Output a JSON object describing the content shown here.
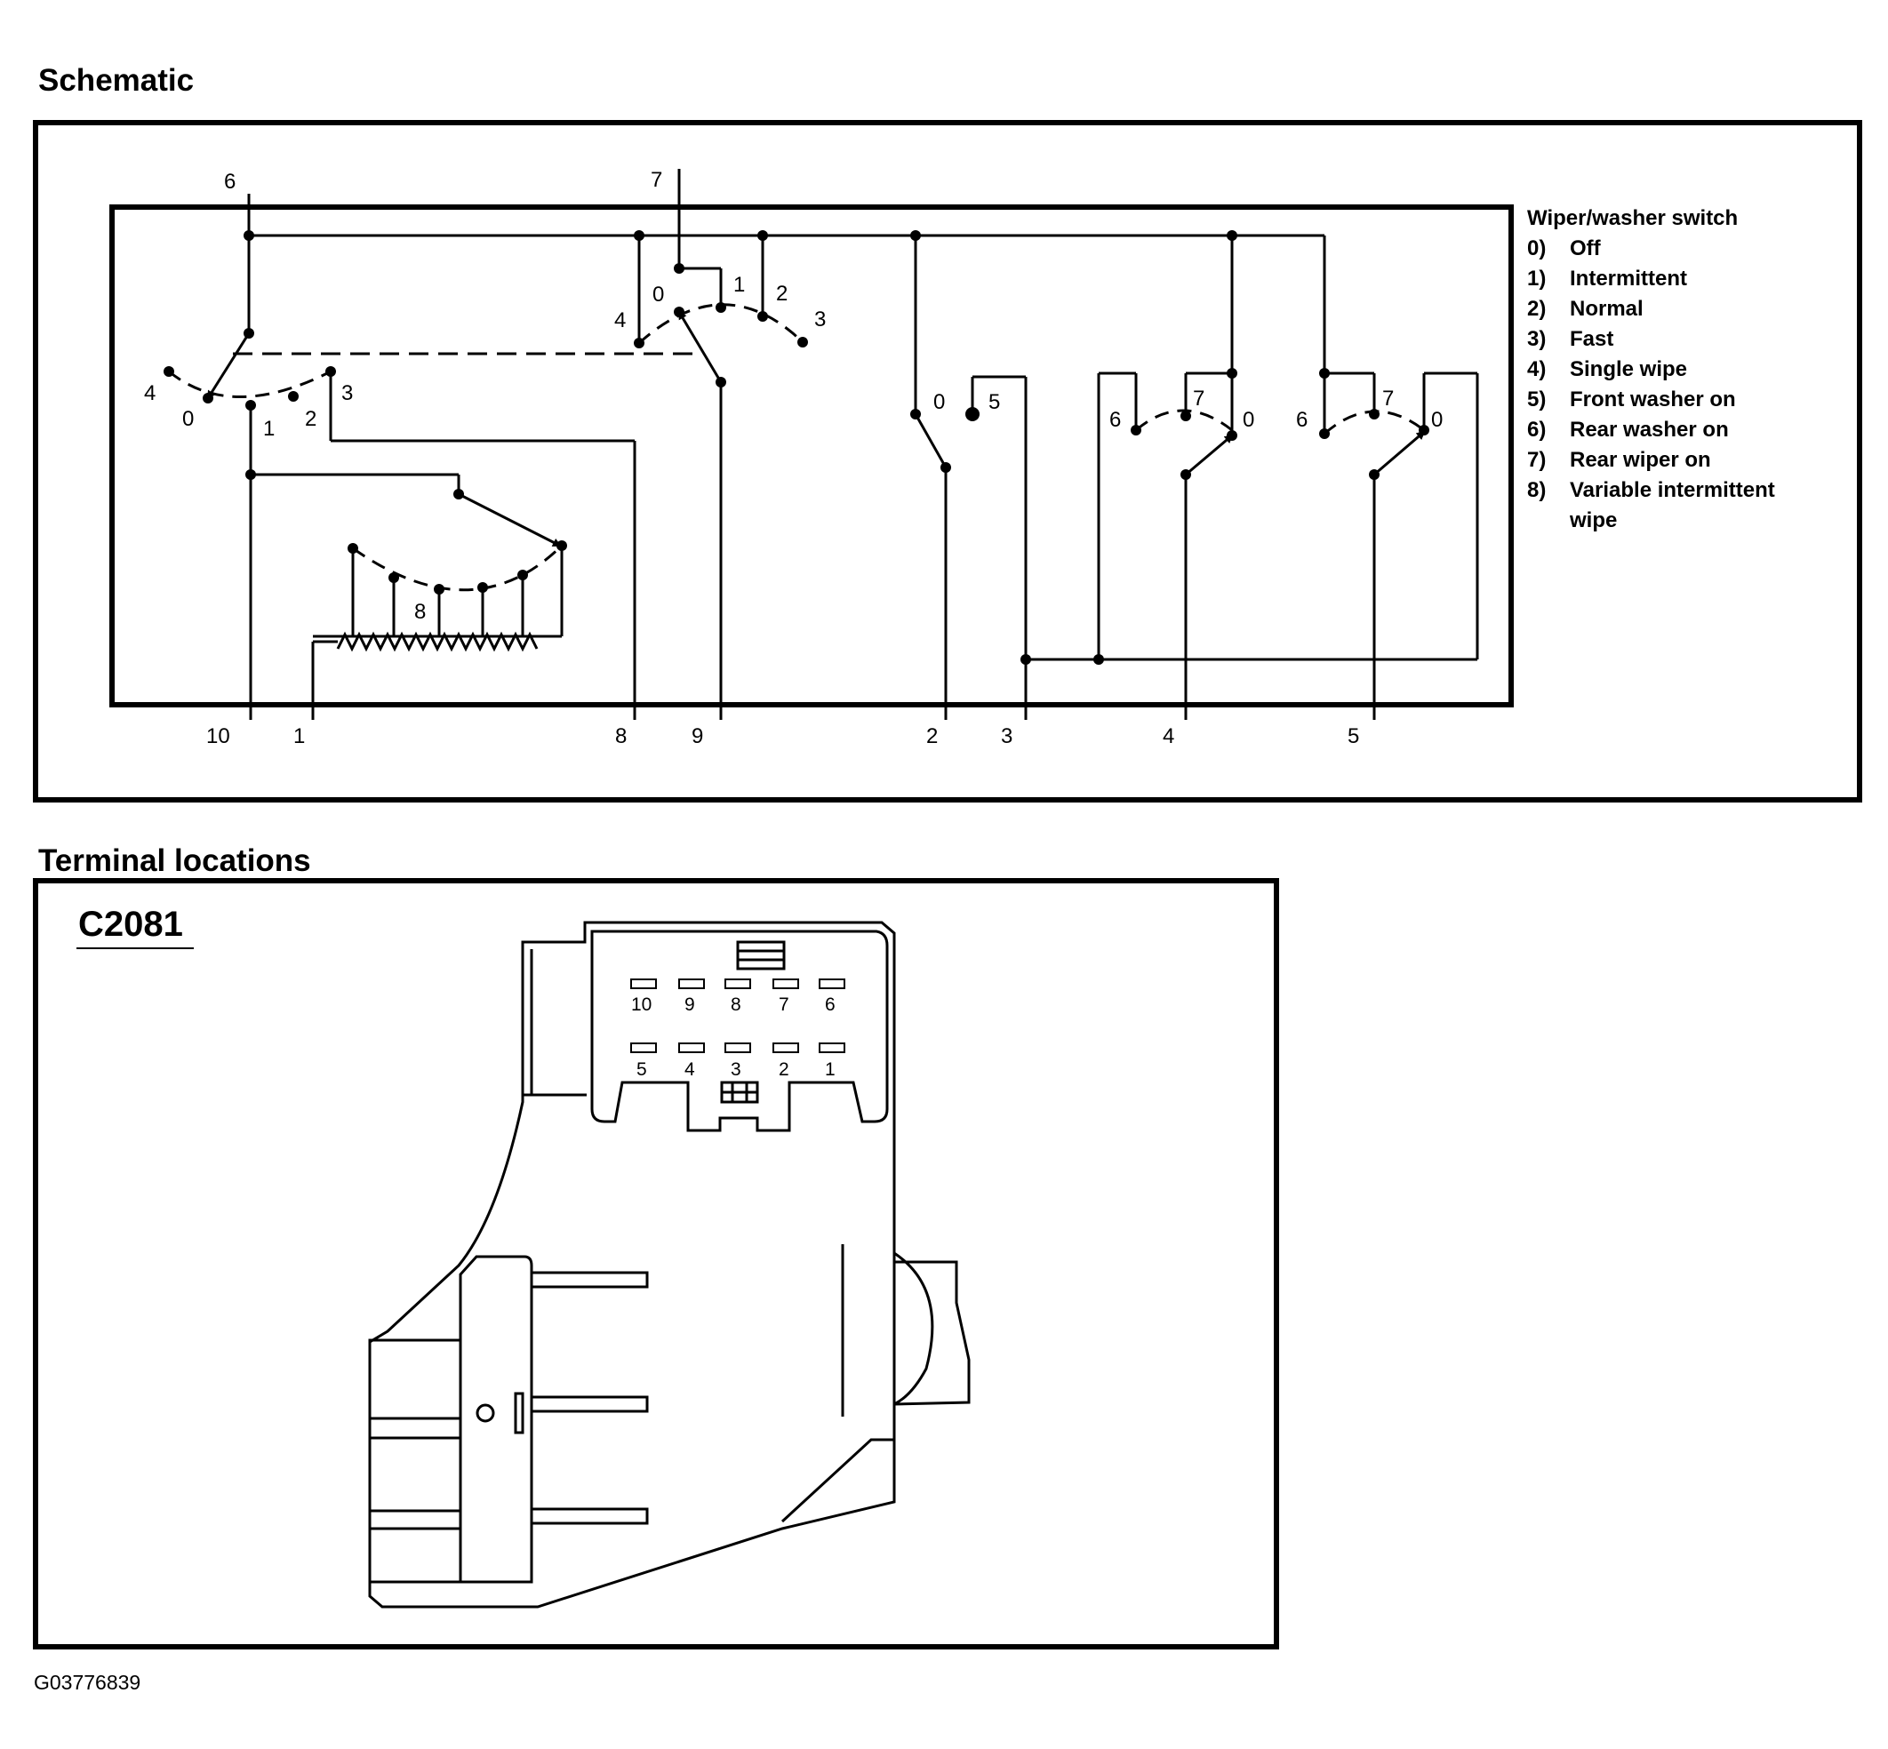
{
  "schematic": {
    "heading": "Schematic",
    "legend": {
      "title": "Wiper/washer switch",
      "items": [
        {
          "num": "0)",
          "text": "Off"
        },
        {
          "num": "1)",
          "text": "Intermittent"
        },
        {
          "num": "2)",
          "text": "Normal"
        },
        {
          "num": "3)",
          "text": "Fast"
        },
        {
          "num": "4)",
          "text": "Single wipe"
        },
        {
          "num": "5)",
          "text": "Front washer on"
        },
        {
          "num": "6)",
          "text": "Rear washer on"
        },
        {
          "num": "7)",
          "text": "Rear wiper on"
        },
        {
          "num": "8)",
          "text": "Variable intermittent",
          "cont": "wipe"
        }
      ]
    },
    "pin_labels": {
      "top_6": "6",
      "top_7": "7",
      "b10": "10",
      "b1": "1",
      "b8": "8",
      "b9": "9",
      "b2": "2",
      "b3": "3",
      "b4": "4",
      "b5": "5"
    },
    "sw1": {
      "p4": "4",
      "p0": "0",
      "p1": "1",
      "p2": "2",
      "p3": "3"
    },
    "sw2": {
      "p0": "0",
      "p1": "1",
      "p2": "2",
      "p3": "3",
      "p4": "4"
    },
    "sw3": {
      "p0": "0",
      "p5": "5"
    },
    "sw4": {
      "p6": "6",
      "p7": "7",
      "p0": "0"
    },
    "sw5": {
      "p6": "6",
      "p7": "7",
      "p0": "0"
    },
    "resistor_label": "8"
  },
  "terminals": {
    "heading": "Terminal locations",
    "connector_id": "C2081",
    "top_row": [
      "10",
      "9",
      "8",
      "7",
      "6"
    ],
    "bottom_row": [
      "5",
      "4",
      "3",
      "2",
      "1"
    ]
  },
  "figure_id": "G03776839"
}
